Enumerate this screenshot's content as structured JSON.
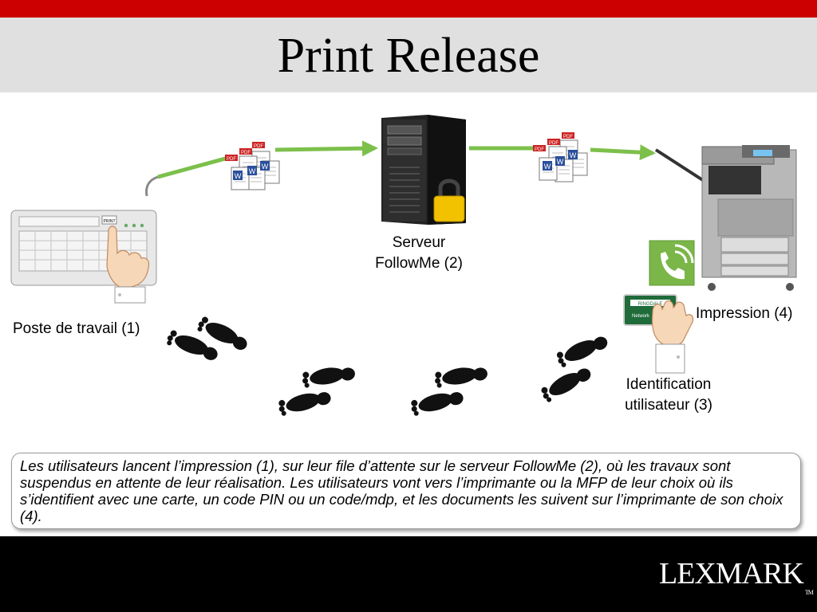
{
  "title": "Print Release",
  "labels": {
    "workstation": "Poste de travail  (1)",
    "server_line1": "Serveur",
    "server_line2": "FollowMe  (2)",
    "printing": "Impression  (4)",
    "ident_line1": "Identification",
    "ident_line2": "utilisateur  (3)"
  },
  "doc_icons": {
    "pdf": "PDF",
    "word": "W"
  },
  "keyboard_key": "PRINT",
  "badge_text": "RINGDALE",
  "badge_subtext": "Network",
  "description": "Les utilisateurs lancent l’impression (1), sur leur file d’attente sur le serveur FollowMe (2), où les travaux sont suspendus en attente de leur réalisation. Les utilisateurs vont vers l’imprimante  ou la MFP de leur choix où ils s’identifient avec une carte, un code PIN ou un code/mdp, et les documents les suivent sur l’imprimante  de son choix (4).",
  "logo": {
    "text": "LEXMARK",
    "tm": "TM"
  },
  "colors": {
    "accent_red": "#cc0000",
    "arrow_green": "#7cc04b",
    "title_bg": "#e0e0e0",
    "footer": "#000000",
    "lock": "#f2c200",
    "phone_green": "#7ab648"
  }
}
